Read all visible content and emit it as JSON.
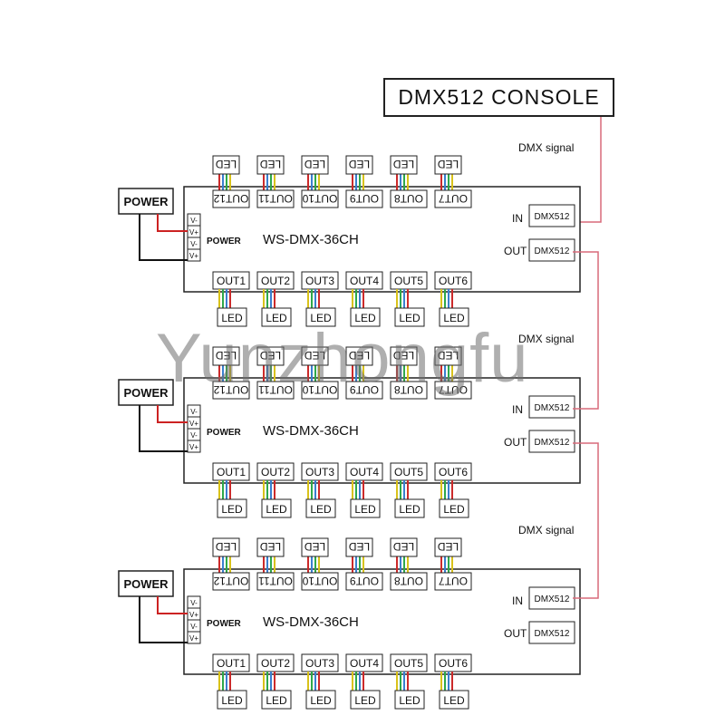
{
  "console": {
    "label": "DMX512 CONSOLE"
  },
  "signal_label": "DMX signal",
  "watermark": "Yunzhongfu",
  "controllers": [
    {
      "model": "WS-DMX-36CH",
      "power_label": "POWER",
      "power_terminal_label": "POWER",
      "v_labels": [
        "V-",
        "V+",
        "V-",
        "V+"
      ],
      "in_label": "IN",
      "out_label": "OUT",
      "port_label": "DMX512",
      "outputs_top": [
        "OUT12",
        "OUT11",
        "OUT10",
        "OUT9",
        "OUT8",
        "OUT7"
      ],
      "outputs_bottom": [
        "OUT1",
        "OUT2",
        "OUT3",
        "OUT4",
        "OUT5",
        "OUT6"
      ],
      "led_label": "LED"
    },
    {
      "model": "WS-DMX-36CH",
      "power_label": "POWER",
      "power_terminal_label": "POWER",
      "v_labels": [
        "V-",
        "V+",
        "V-",
        "V+"
      ],
      "in_label": "IN",
      "out_label": "OUT",
      "port_label": "DMX512",
      "outputs_top": [
        "OUT12",
        "OUT11",
        "OUT10",
        "OUT9",
        "OUT8",
        "OUT7"
      ],
      "outputs_bottom": [
        "OUT1",
        "OUT2",
        "OUT3",
        "OUT4",
        "OUT5",
        "OUT6"
      ],
      "led_label": "LED"
    },
    {
      "model": "WS-DMX-36CH",
      "power_label": "POWER",
      "power_terminal_label": "POWER",
      "v_labels": [
        "V-",
        "V+",
        "V-",
        "V+"
      ],
      "in_label": "IN",
      "out_label": "OUT",
      "port_label": "DMX512",
      "outputs_top": [
        "OUT12",
        "OUT11",
        "OUT10",
        "OUT9",
        "OUT8",
        "OUT7"
      ],
      "outputs_bottom": [
        "OUT1",
        "OUT2",
        "OUT3",
        "OUT4",
        "OUT5",
        "OUT6"
      ],
      "led_label": "LED"
    }
  ],
  "colors": {
    "line": "#222222",
    "power_wire": "#cc2222",
    "dmx_wire": "#d86a7a",
    "wire_colors": [
      "#d9c21a",
      "#2fa84a",
      "#3a7fd0",
      "#cc2a2a"
    ]
  }
}
